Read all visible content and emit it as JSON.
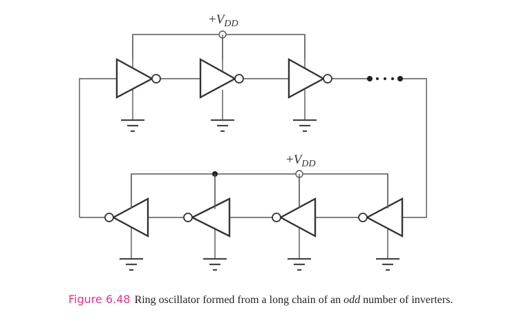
{
  "figure": {
    "number": "Figure 6.48",
    "caption_before": "Ring oscillator formed from a long chain of an ",
    "caption_emphasis": "odd",
    "caption_after": " number of inverters.",
    "accent_color": "#e8318a"
  },
  "labels": {
    "supply_plus": "+",
    "supply_v": "V",
    "supply_sub": "DD"
  },
  "circuit": {
    "top_row": {
      "inverter_count": 3,
      "direction": "right",
      "continuation": "ellipsis-dots"
    },
    "bottom_row": {
      "inverter_count": 4,
      "direction": "left"
    },
    "supply_nodes": [
      "+VDD top",
      "+VDD bottom"
    ],
    "ground_symbols": 7
  }
}
